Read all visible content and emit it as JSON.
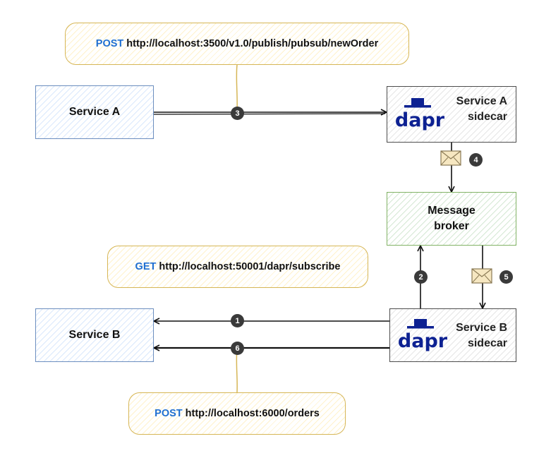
{
  "annotations": {
    "publish": {
      "method": "POST",
      "url": "http://localhost:3500/v1.0/publish/pubsub/newOrder"
    },
    "subscribe": {
      "method": "GET",
      "url": "http://localhost:50001/dapr/subscribe"
    },
    "deliver": {
      "method": "POST",
      "url": "http://localhost:6000/orders"
    }
  },
  "nodes": {
    "service_a": "Service A",
    "service_b": "Service B",
    "broker": {
      "line1": "Message",
      "line2": "broker"
    },
    "sidecar_a": {
      "logo": "dapr",
      "line1": "Service A",
      "line2": "sidecar"
    },
    "sidecar_b": {
      "logo": "dapr",
      "line1": "Service B",
      "line2": "sidecar"
    }
  },
  "steps": [
    "1",
    "2",
    "3",
    "4",
    "5",
    "6"
  ],
  "colors": {
    "service_border": "#6c8ebf",
    "annotation_border": "#d6b656",
    "broker_border": "#82b366",
    "sidecar_border": "#4d4d4d",
    "method_text": "#1f6fd1",
    "dapr_logo": "#0d2192",
    "badge_fill": "#3a3a3a"
  },
  "icons": [
    "envelope-icon",
    "dapr-logo"
  ]
}
